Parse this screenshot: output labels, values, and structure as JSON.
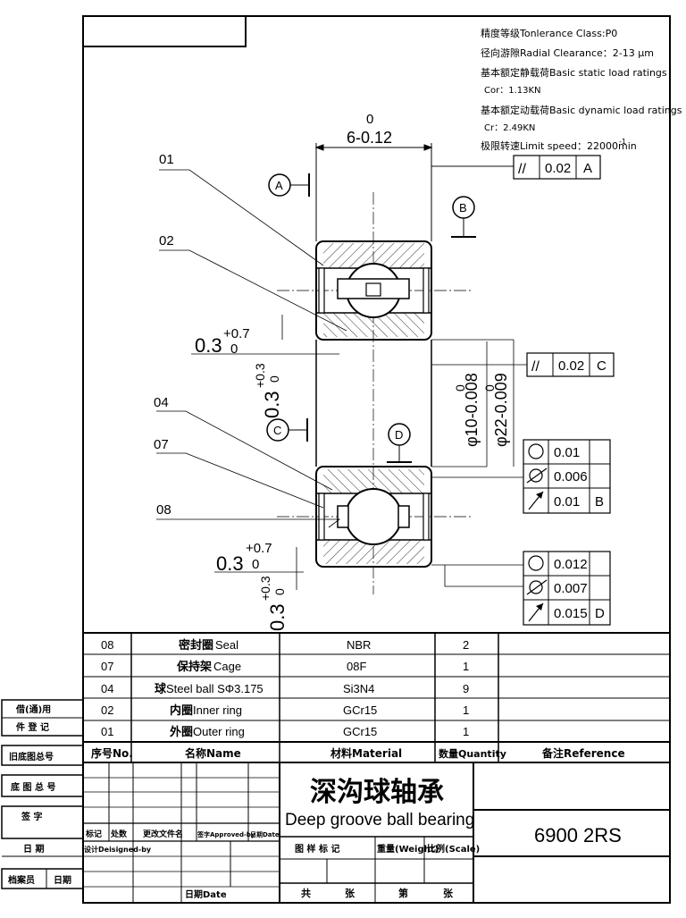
{
  "specs": {
    "tolerance": "精度等级Tonlerance Class:P0",
    "clearance": "径向游隙Radial Clearance：2-13 μm",
    "static_title": "基本额定静载荷Basic static load ratings",
    "static_value": "Cor：1.13KN",
    "dynamic_title": "基本额定动载荷Basic dynamic load ratings",
    "dynamic_value": "Cr：2.49KN",
    "speed": "极限转速Limit speed：22000min",
    "speed_sup": "-1"
  },
  "drawing": {
    "width_dim_top": "0",
    "width_dim_main": "6-0.12",
    "callouts": [
      "01",
      "02",
      "04",
      "07",
      "08"
    ],
    "datums": [
      "A",
      "B",
      "C",
      "D"
    ],
    "chamfer_main": "0.3",
    "chamfer_sup": "+0.7",
    "chamfer_sub": "0",
    "chamfer_v_main": "0.3",
    "chamfer_v_sup": "+0.3",
    "chamfer_v_sub": "0",
    "bore_top": "0",
    "bore_dim": "φ10-0.008",
    "od_top": "0",
    "od_dim": "φ22-0.009",
    "tol_frames": [
      {
        "sym": "//",
        "val": "0.02",
        "ref": "A"
      },
      {
        "sym": "//",
        "val": "0.02",
        "ref": "C"
      }
    ],
    "frame_group_1": [
      {
        "sym": "circle",
        "val": "0.01",
        "ref": ""
      },
      {
        "sym": "cyl",
        "val": "0.006",
        "ref": ""
      },
      {
        "sym": "runout",
        "val": "0.01",
        "ref": "B"
      }
    ],
    "frame_group_2": [
      {
        "sym": "circle",
        "val": "0.012",
        "ref": ""
      },
      {
        "sym": "cyl",
        "val": "0.007",
        "ref": ""
      },
      {
        "sym": "runout",
        "val": "0.015",
        "ref": "D"
      }
    ]
  },
  "bom": {
    "rows": [
      {
        "no": "08",
        "name_cn": "密封圈",
        "name_en": "Seal",
        "material": "NBR",
        "qty": "2",
        "ref": ""
      },
      {
        "no": "07",
        "name_cn": "保持架",
        "name_en": "Cage",
        "material": "08F",
        "qty": "1",
        "ref": ""
      },
      {
        "no": "04",
        "name_cn": "球",
        "name_en": "Steel ball SΦ3.175",
        "material": "Si3N4",
        "qty": "9",
        "ref": ""
      },
      {
        "no": "02",
        "name_cn": "内圈",
        "name_en": "Inner ring",
        "material": "GCr15",
        "qty": "1",
        "ref": ""
      },
      {
        "no": "01",
        "name_cn": "外圈",
        "name_en": "Outer ring",
        "material": "GCr15",
        "qty": "1",
        "ref": ""
      }
    ],
    "header": {
      "no": "序号No.",
      "name": "名称Name",
      "material": "材料Material",
      "qty": "数量Quantity",
      "ref": "备注Reference"
    }
  },
  "side_labels": [
    "借(通)用",
    "件 登 记",
    "旧底图总号",
    "底 图 总 号",
    "签    字",
    "日    期",
    "档案员",
    "日期"
  ],
  "title_block": {
    "title_cn": "深沟球轴承",
    "title_en": "Deep groove ball bearing",
    "part_no": "6900 2RS",
    "rev_headers": [
      "标记",
      "处数",
      "更改文件名",
      "签字Approved-by",
      "日期Date"
    ],
    "designed_by": "设计Deisigned-by",
    "date": "日期Date",
    "sample_mark": "图  样  标  记",
    "weight": "重量(Weight)",
    "scale": "比例(Scale)",
    "total": "共",
    "sheets": "张",
    "sheet": "第",
    "sheets2": "张"
  }
}
